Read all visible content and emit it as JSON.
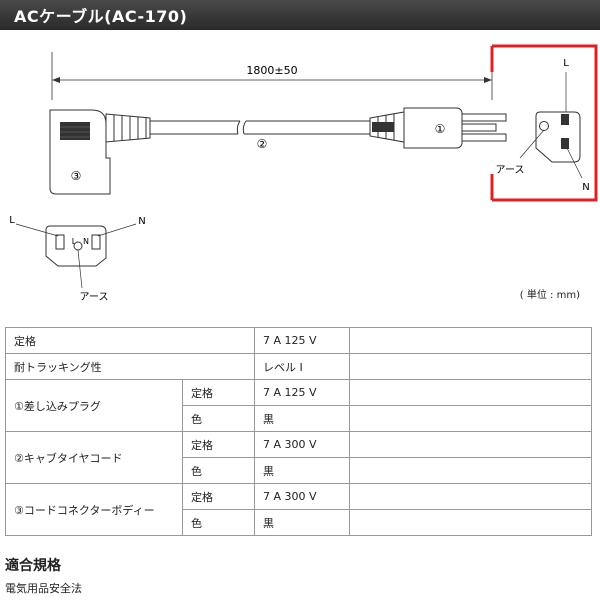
{
  "header": {
    "title": "ACケーブル(AC-170)"
  },
  "diagram": {
    "length_label": "1800±50",
    "markers": [
      "①",
      "②",
      "③"
    ],
    "plug_labels": {
      "l": "L",
      "n": "N",
      "earth": "アース"
    },
    "inlet_labels": {
      "l": "L",
      "n": "N",
      "earth": "アース",
      "pin_l": "L",
      "pin_n": "N"
    },
    "unit_note": "( 単位 : mm)"
  },
  "spec_table": {
    "rows": [
      {
        "item": "定格",
        "sub": "",
        "value": "7 A 125 V"
      },
      {
        "item": "耐トラッキング性",
        "sub": "",
        "value": "レベル I"
      },
      {
        "item": "①差し込みプラグ",
        "sub": "定格",
        "value": "7 A 125 V"
      },
      {
        "item": "",
        "sub": "色",
        "value": "黒"
      },
      {
        "item": "②キャブタイヤコード",
        "sub": "定格",
        "value": "7 A 300 V"
      },
      {
        "item": "",
        "sub": "色",
        "value": "黒"
      },
      {
        "item": "③コードコネクターボディー",
        "sub": "定格",
        "value": "7 A 300 V"
      },
      {
        "item": "",
        "sub": "色",
        "value": "黒"
      }
    ]
  },
  "standards": {
    "heading": "適合規格",
    "value": "電気用品安全法"
  },
  "colors": {
    "highlight": "#e02020",
    "title_bg": "#333333"
  }
}
